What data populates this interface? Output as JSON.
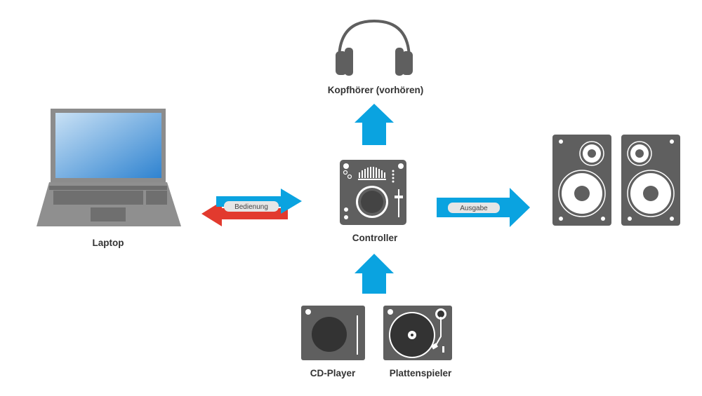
{
  "nodes": {
    "headphones": {
      "label": "Kopfhörer (vorhören)",
      "icon": "headphones-icon"
    },
    "laptop": {
      "label": "Laptop",
      "icon": "laptop-icon"
    },
    "controller": {
      "label": "Controller",
      "icon": "dj-controller-icon"
    },
    "speakers": {
      "icon": "speakers-icon"
    },
    "cd_player": {
      "label": "CD-Player",
      "icon": "cd-player-icon"
    },
    "turntable": {
      "label": "Plattenspieler",
      "icon": "turntable-icon"
    }
  },
  "connections": {
    "control": {
      "label": "Bedienung",
      "from": "laptop",
      "to": "controller",
      "bidirectional": true
    },
    "output": {
      "label": "Ausgabe",
      "from": "controller",
      "to": "speakers"
    },
    "monitor": {
      "from": "controller",
      "to": "headphones"
    },
    "input": {
      "from": "cd_player, turntable",
      "to": "controller"
    }
  },
  "colors": {
    "arrow_blue": "#0aa3e0",
    "arrow_red": "#e23a2e",
    "device_gray": "#5f5f5f",
    "device_dark": "#333333",
    "screen_blue": "#3f8fd6"
  }
}
